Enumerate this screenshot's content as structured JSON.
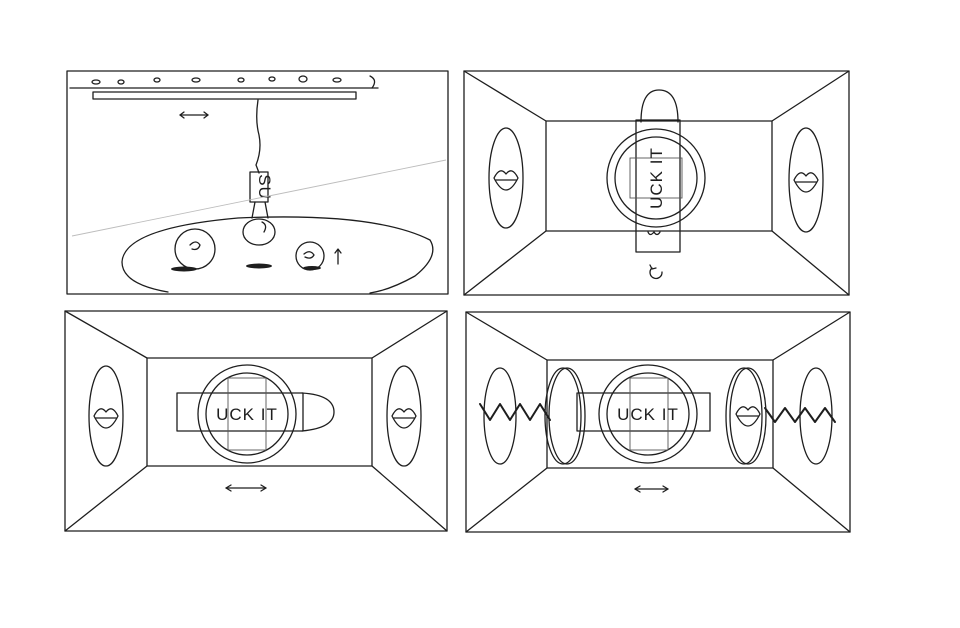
{
  "panels": [
    {
      "id": 1,
      "sign_text": "SU",
      "motion": "horizontal-arrow"
    },
    {
      "id": 2,
      "sign_text": "UCK IT",
      "motion": "rotate-arrow"
    },
    {
      "id": 3,
      "sign_text": "UCK IT",
      "motion": "horizontal-arrow"
    },
    {
      "id": 4,
      "sign_text": "UCK IT",
      "motion": "horizontal-arrow"
    }
  ]
}
